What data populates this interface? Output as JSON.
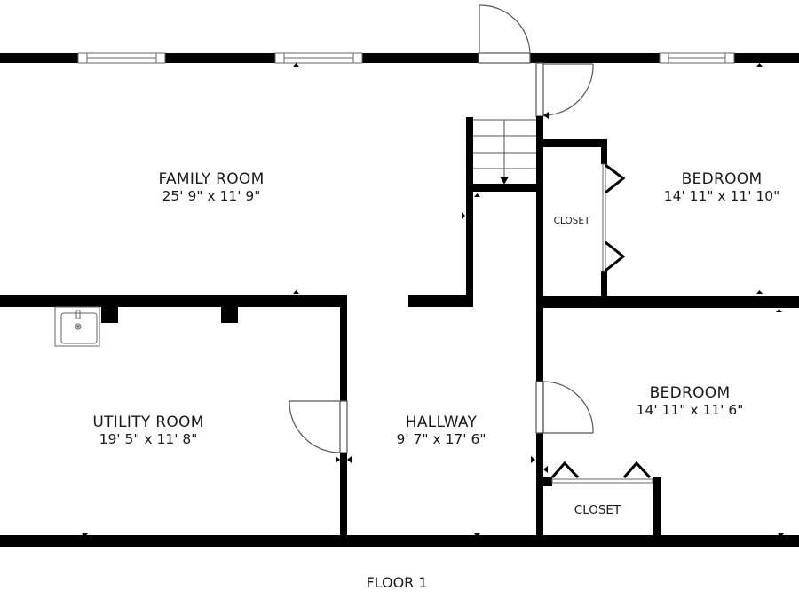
{
  "floor_label": "FLOOR 1",
  "rooms": {
    "family_room": {
      "name": "FAMILY ROOM",
      "dimensions": "25' 9\" x 11' 9\""
    },
    "bedroom_1": {
      "name": "BEDROOM",
      "dimensions": "14' 11\" x 11' 10\""
    },
    "utility_room": {
      "name": "UTILITY ROOM",
      "dimensions": "19' 5\" x 11' 8\""
    },
    "hallway": {
      "name": "HALLWAY",
      "dimensions": "9' 7\" x 17' 6\""
    },
    "bedroom_2": {
      "name": "BEDROOM",
      "dimensions": "14' 11\" x 11' 6\""
    },
    "closet_1": {
      "name": "CLOSET"
    },
    "closet_2": {
      "name": "CLOSET"
    }
  },
  "colors": {
    "wall": "#000000",
    "line": "#555555",
    "background": "#ffffff",
    "text": "#1a1a1a"
  }
}
